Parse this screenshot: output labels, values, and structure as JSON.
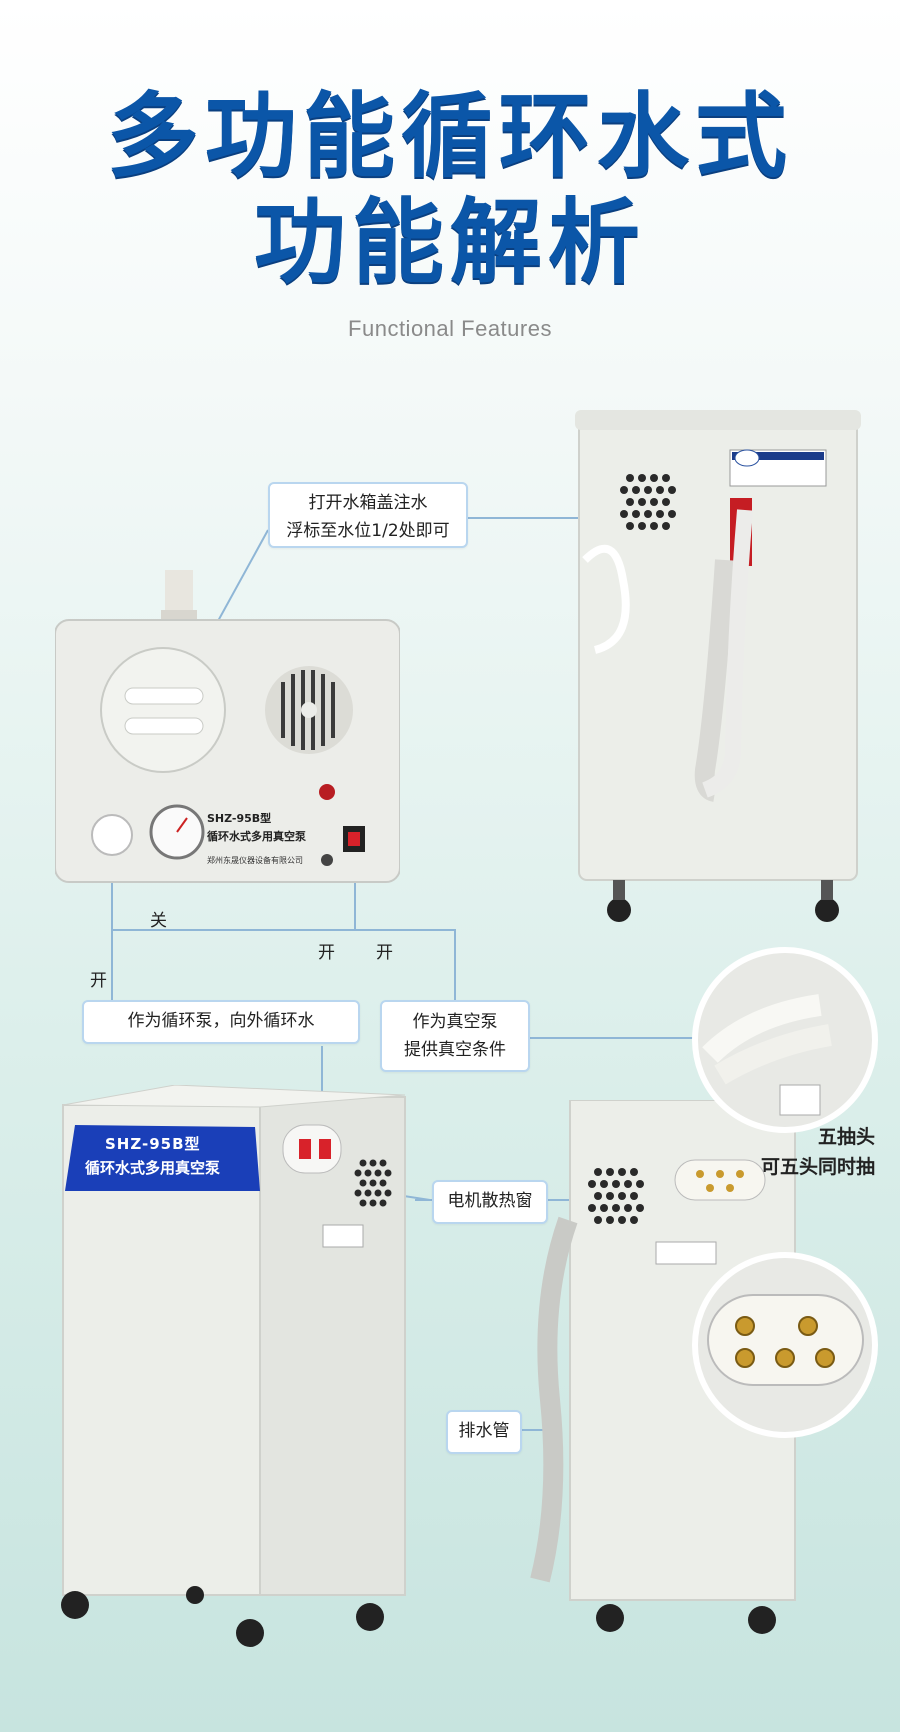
{
  "header": {
    "title_line1": "多功能循环水式",
    "title_line2": "功能解析",
    "subtitle": "Functional Features"
  },
  "callouts": {
    "fill_water": [
      "打开水箱盖注水",
      "浮标至水位1/2处即可"
    ],
    "circulation_pump": "作为循环泵，向外循环水",
    "vacuum_pump": [
      "作为真空泵",
      "提供真空条件"
    ],
    "motor_vent": "电机散热窗",
    "drain_pipe": "排水管",
    "five_taps": [
      "五抽头",
      "可五头同时抽"
    ]
  },
  "switch_labels": {
    "off": "关",
    "on_left": "开",
    "on_mid1": "开",
    "on_mid2": "开"
  },
  "machine_text": {
    "panel_model": "SHZ-95B型",
    "panel_name": "循环水式多用真空泵",
    "panel_maker": "郑州东晟仪器设备有限公司",
    "sticker_model": "SHZ-95B型",
    "sticker_name": "循环水式多用真空泵"
  },
  "colors": {
    "title_blue": "#0b56a8",
    "callout_border": "#b9d6ef",
    "line_blue": "#8fb6d6",
    "machine_white": "#eef0ee",
    "sticker_blue": "#1a3fb8",
    "switch_red": "#d8222a"
  }
}
